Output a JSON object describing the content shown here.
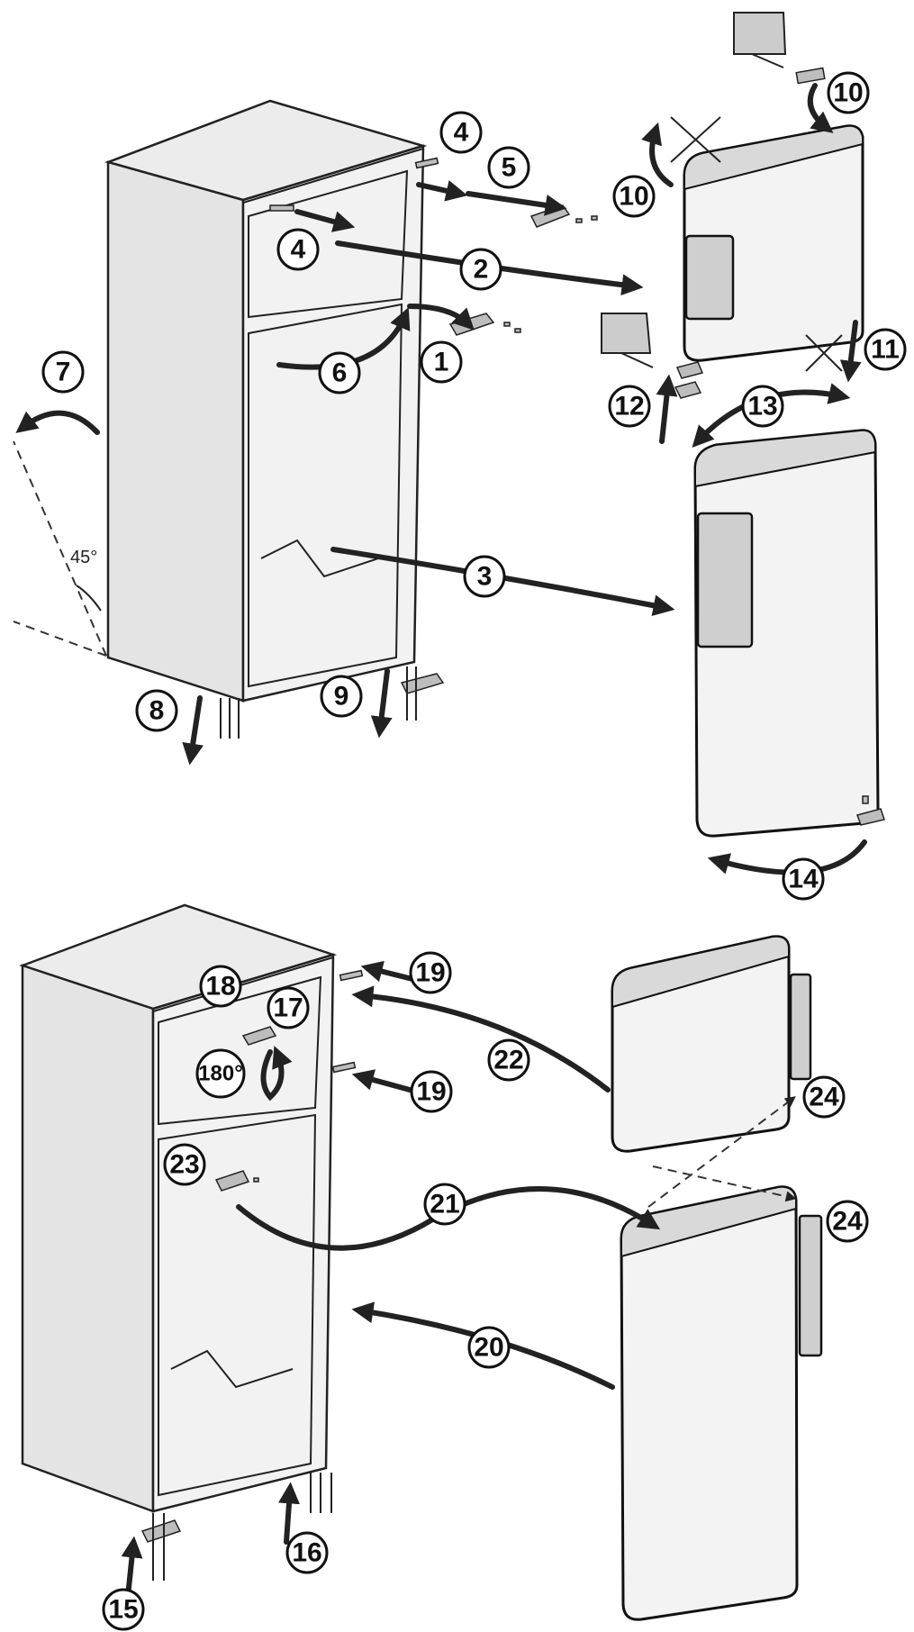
{
  "diagram": {
    "angle_label": "45°",
    "rotation_label": "180°",
    "steps": [
      "1",
      "2",
      "3",
      "4",
      "4",
      "5",
      "6",
      "7",
      "8",
      "9",
      "10",
      "10",
      "11",
      "12",
      "13",
      "14",
      "15",
      "16",
      "17",
      "18",
      "19",
      "19",
      "20",
      "21",
      "22",
      "23",
      "24",
      "24"
    ]
  },
  "colors": {
    "ink": "#111111",
    "panel": "#f2f2f2",
    "bag": "#cccccc"
  }
}
